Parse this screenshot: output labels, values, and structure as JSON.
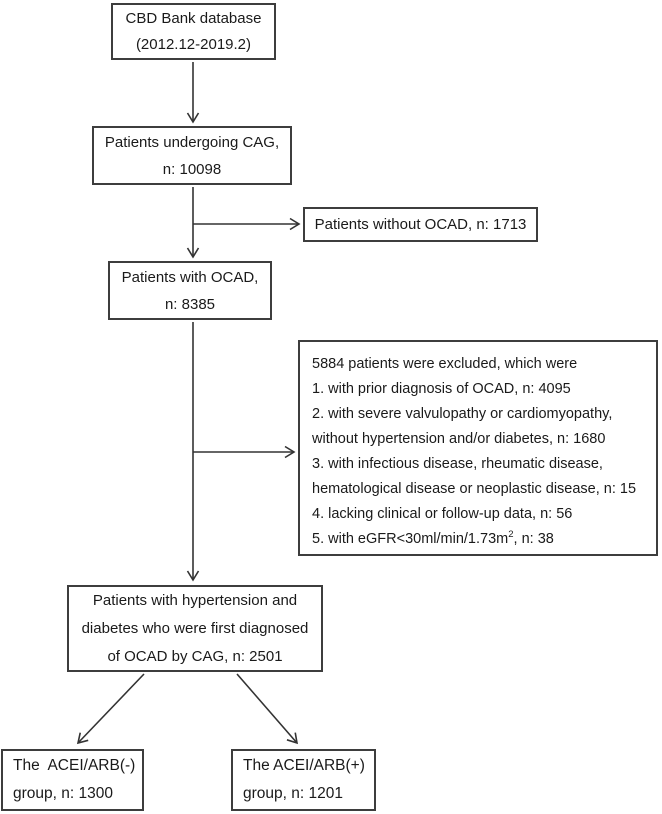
{
  "flowchart": {
    "database": {
      "lines": [
        "CBD Bank database",
        "(2012.12-2019.2)"
      ]
    },
    "cag": {
      "lines": [
        "Patients undergoing CAG,",
        "n: 10098"
      ]
    },
    "without_ocad": {
      "text": "Patients without OCAD, n: 1713"
    },
    "with_ocad": {
      "lines": [
        "Patients with OCAD,",
        "n: 8385"
      ]
    },
    "excluded": {
      "lines": [
        "5884 patients were excluded, which were",
        "1. with prior diagnosis of OCAD, n: 4095",
        "2. with severe valvulopathy or cardiomyopathy,",
        "without hypertension and/or diabetes, n: 1680",
        "3. with infectious disease, rheumatic disease,",
        "hematological disease or neoplastic disease, n: 15",
        "4. lacking clinical or follow-up data, n: 56"
      ],
      "egfr": {
        "prefix": "5. with eGFR<30ml/min/1.73m",
        "sup": "2",
        "suffix": ", n: 38"
      }
    },
    "final": {
      "lines": [
        "Patients with hypertension and",
        "diabetes who were first diagnosed",
        "of OCAD by CAG, n: 2501"
      ]
    },
    "acei_negative": {
      "lines": [
        "The  ACEI/ARB(-)",
        "group, n: 1300"
      ]
    },
    "acei_positive": {
      "lines": [
        "The ACEI/ARB(+)",
        "group, n: 1201"
      ]
    },
    "colors": {
      "line": "#333333",
      "border": "#3d3d3d",
      "text": "#1a1a1a",
      "background": "#ffffff"
    }
  }
}
